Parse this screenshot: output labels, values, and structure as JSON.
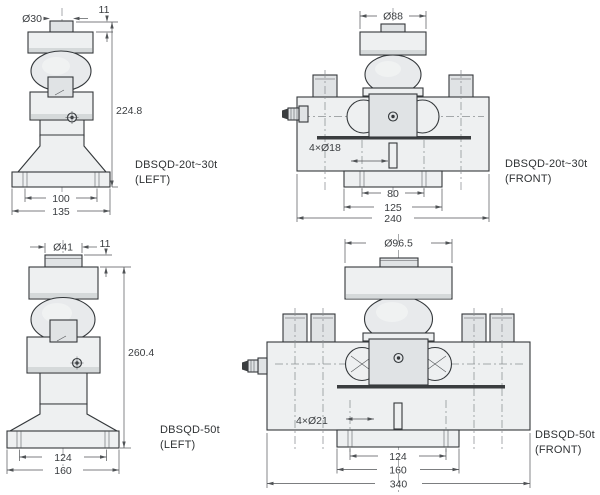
{
  "drawing": {
    "product_family": "DBSQD load cell outline drawing",
    "colors": {
      "background": "#ffffff",
      "outline": "#34383b",
      "fill_light": "#eef0f1",
      "fill_mid": "#e0e3e5",
      "gap_strip": "#3a3d3f",
      "dimension": "#505356",
      "centerline": "#8a8e91",
      "text": "#3a3d40"
    }
  },
  "views": {
    "v20_left": {
      "label_model": "DBSQD-20t~30t",
      "label_view": "(LEFT)",
      "dims": {
        "top_diameter": "Ø30",
        "cap_offset": "11",
        "total_height": "224.8",
        "bolt_span": "100",
        "base_width": "135"
      }
    },
    "v20_front": {
      "label_model": "DBSQD-20t~30t",
      "label_view": "(FRONT)",
      "dims": {
        "cup_diameter": "Ø88",
        "holes": "4×Ø18",
        "bolt_span": "80",
        "plate_width": "125",
        "body_width": "240"
      }
    },
    "v50_left": {
      "label_model": "DBSQD-50t",
      "label_view": "(LEFT)",
      "dims": {
        "top_diameter": "Ø41",
        "cap_offset": "11",
        "total_height": "260.4",
        "bolt_span": "124",
        "base_width": "160"
      }
    },
    "v50_front": {
      "label_model": "DBSQD-50t",
      "label_view": "(FRONT)",
      "dims": {
        "cup_diameter": "Ø96.5",
        "holes": "4×Ø21",
        "bolt_span": "124",
        "plate_width": "160",
        "body_width": "340"
      }
    }
  }
}
